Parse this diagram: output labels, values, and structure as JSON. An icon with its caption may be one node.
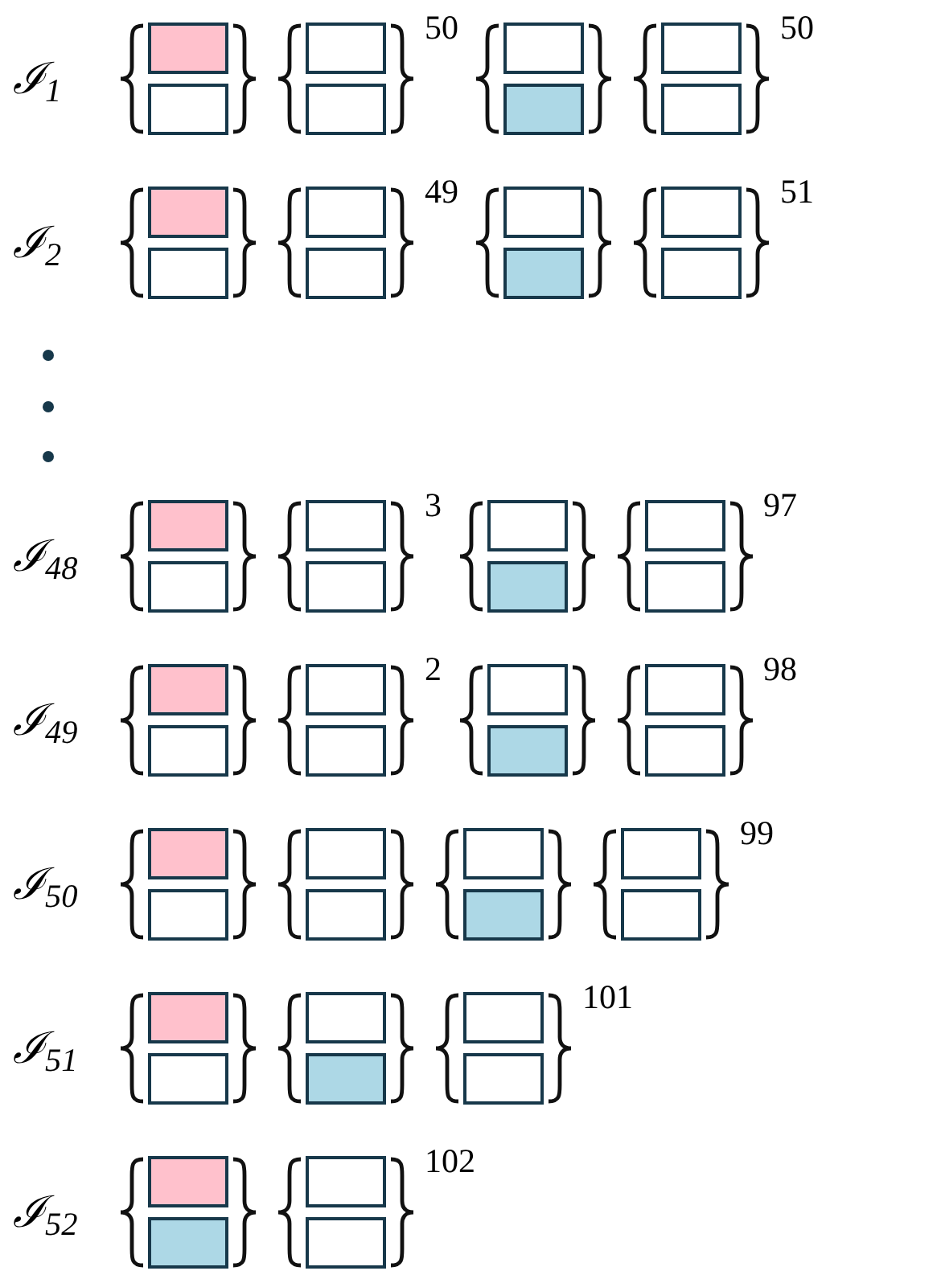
{
  "diagram": {
    "nodes": [
      {
        "text": [],
        "shape": "box"
      },
      {
        "text": [],
        "shape": "box"
      },
      {
        "text": [],
        "shape": "box"
      },
      {
        "text": [],
        "shape": "box"
      },
      {
        "text": [],
        "shape": "box"
      },
      {
        "text": [],
        "shape": "box"
      },
      {
        "text": [],
        "shape": "box"
      },
      {
        "text": [],
        "shape": "box"
      },
      {
        "text": [],
        "shape": "box"
      },
      {
        "text": [],
        "shape": "box"
      },
      {
        "text": [],
        "shape": "box"
      },
      {
        "text": [],
        "shape": "box"
      },
      {
        "text": [],
        "shape": "box"
      },
      {
        "text": [],
        "shape": "box"
      },
      {
        "text": [],
        "shape": "box"
      },
      {
        "text": [],
        "shape": "box"
      },
      {
        "text": [],
        "shape": "box"
      },
      {
        "text": [],
        "shape": "box"
      },
      {
        "text": [],
        "shape": "box"
      },
      {
        "text": [],
        "shape": "box"
      },
      {
        "text": [],
        "shape": "box"
      },
      {
        "text": [],
        "shape": "box"
      },
      {
        "text": [],
        "shape": "box"
      },
      {
        "text": [],
        "shape": "box"
      },
      {
        "text": [],
        "shape": "box"
      },
      {
        "text": [],
        "shape": "box"
      },
      {
        "text": [],
        "shape": "box"
      },
      {
        "text": [],
        "shape": "box"
      },
      {
        "text": [],
        "shape": "box"
      },
      {
        "text": [],
        "shape": "box"
      },
      {
        "text": [],
        "shape": "box"
      },
      {
        "text": [],
        "shape": "box"
      },
      {
        "text": [],
        "shape": "box"
      },
      {
        "text": [],
        "shape": "box"
      },
      {
        "text": [],
        "shape": "box"
      },
      {
        "text": [],
        "shape": "box"
      },
      {
        "text": [],
        "shape": "box"
      },
      {
        "text": [],
        "shape": "box"
      },
      {
        "text": [],
        "shape": "box"
      },
      {
        "text": [],
        "shape": "box"
      },
      {
        "text": [],
        "shape": "box"
      },
      {
        "text": [],
        "shape": "box"
      },
      {
        "text": [],
        "shape": "box"
      },
      {
        "text": [],
        "shape": "box"
      },
      {
        "text": [],
        "shape": "box"
      },
      {
        "text": [],
        "shape": "box"
      },
      {
        "text": [],
        "shape": "box"
      },
      {
        "text": [],
        "shape": "box"
      },
      {
        "text": [],
        "shape": "box"
      },
      {
        "text": [],
        "shape": "box"
      }
    ],
    "labels": [
      "ℐ$_{1}$",
      "50",
      "50",
      "ℐ$_{2}$",
      "49",
      "51",
      "ℐ$_{48}$",
      "3",
      "97",
      "ℐ$_{49}$",
      "2",
      "98",
      "ℐ$_{50}$",
      "99",
      "ℐ$_{51}$",
      "101",
      "ℐ$_{52}$",
      "102"
    ]
  }
}
